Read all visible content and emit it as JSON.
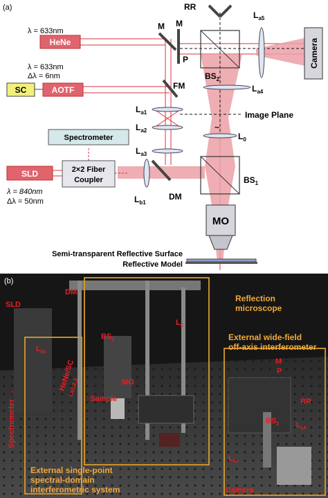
{
  "panel_a": {
    "panel_label": "(a)",
    "sources": {
      "hene": "HeNe",
      "hene_lambda": "λ = 633nm",
      "aotf_lambda": "λ = 633nm",
      "aotf_bandwidth": "Δλ = 6nm",
      "sc": "SC",
      "aotf": "AOTF",
      "sld": "SLD",
      "sld_lambda": "λ = 840nm",
      "sld_bandwidth": "Δλ = 50nm"
    },
    "boxes": {
      "spectrometer": "Spectrometer",
      "coupler_line1": "2×2 Fiber",
      "coupler_line2": "Coupler",
      "camera": "Camera",
      "mo": "MO"
    },
    "labels": {
      "m1": "M",
      "m2": "M",
      "p": "P",
      "fm": "FM",
      "rr": "RR",
      "la5": "La5",
      "la5_base": "L",
      "la5_sub": "a5",
      "bs2_base": "BS",
      "bs2_sub": "2",
      "la4_base": "L",
      "la4_sub": "a4",
      "la1_base": "L",
      "la1_sub": "a1",
      "la2_base": "L",
      "la2_sub": "a2",
      "la3_base": "L",
      "la3_sub": "a3",
      "image_plane": "Image Plane",
      "l0_base": "L",
      "l0_sub": "0",
      "tilde": "~",
      "bs1_base": "BS",
      "bs1_sub": "1",
      "lb1_base": "L",
      "lb1_sub": "b1",
      "dm": "DM"
    },
    "caption_line1": "Semi-transparent Reflective Surface",
    "caption_line2": "Reflective Model"
  },
  "panel_b": {
    "panel_label": "(b)",
    "labels": {
      "sld": "SLD",
      "dm": "DM",
      "lb1_base": "L",
      "lb1_sub": "b1",
      "bs1_base": "BS",
      "bs1_sub": "1",
      "l0_base": "L",
      "l0_sub": "0",
      "mo": "MO",
      "sample": "Sample",
      "hene_sc": "HeNe/SC",
      "la123": "La1,2,3",
      "spectrometer": "Spectrometer →",
      "rr": "RR",
      "bs2_base": "BS",
      "bs2_sub": "2",
      "la5_base": "L",
      "la5_sub": "a5",
      "la4_base": "L",
      "la4_sub": "a4",
      "m": "M",
      "p": "P",
      "camera": "Camera →"
    },
    "annotations": {
      "reflection_line1": "Reflection",
      "reflection_line2": "microscope",
      "wide_field_line1": "External wide-field",
      "wide_field_line2": "off-axis interferometer",
      "single_point_line1": "External single-point",
      "single_point_line2": "spectral-domain",
      "single_point_line3": "interferometric system"
    }
  },
  "colors": {
    "beam": "#d93340",
    "beam_fill": "#eca0a6",
    "source_box": "#e0636d",
    "sc_box": "#f3f07a",
    "spectrometer_box": "#d5e8ea",
    "coupler_box": "#e6e6ec",
    "mo_box": "#d6d6dc",
    "annotation_text": "#f2a93b",
    "label_text": "#e81d25",
    "frame_line": "#d99b2b"
  }
}
